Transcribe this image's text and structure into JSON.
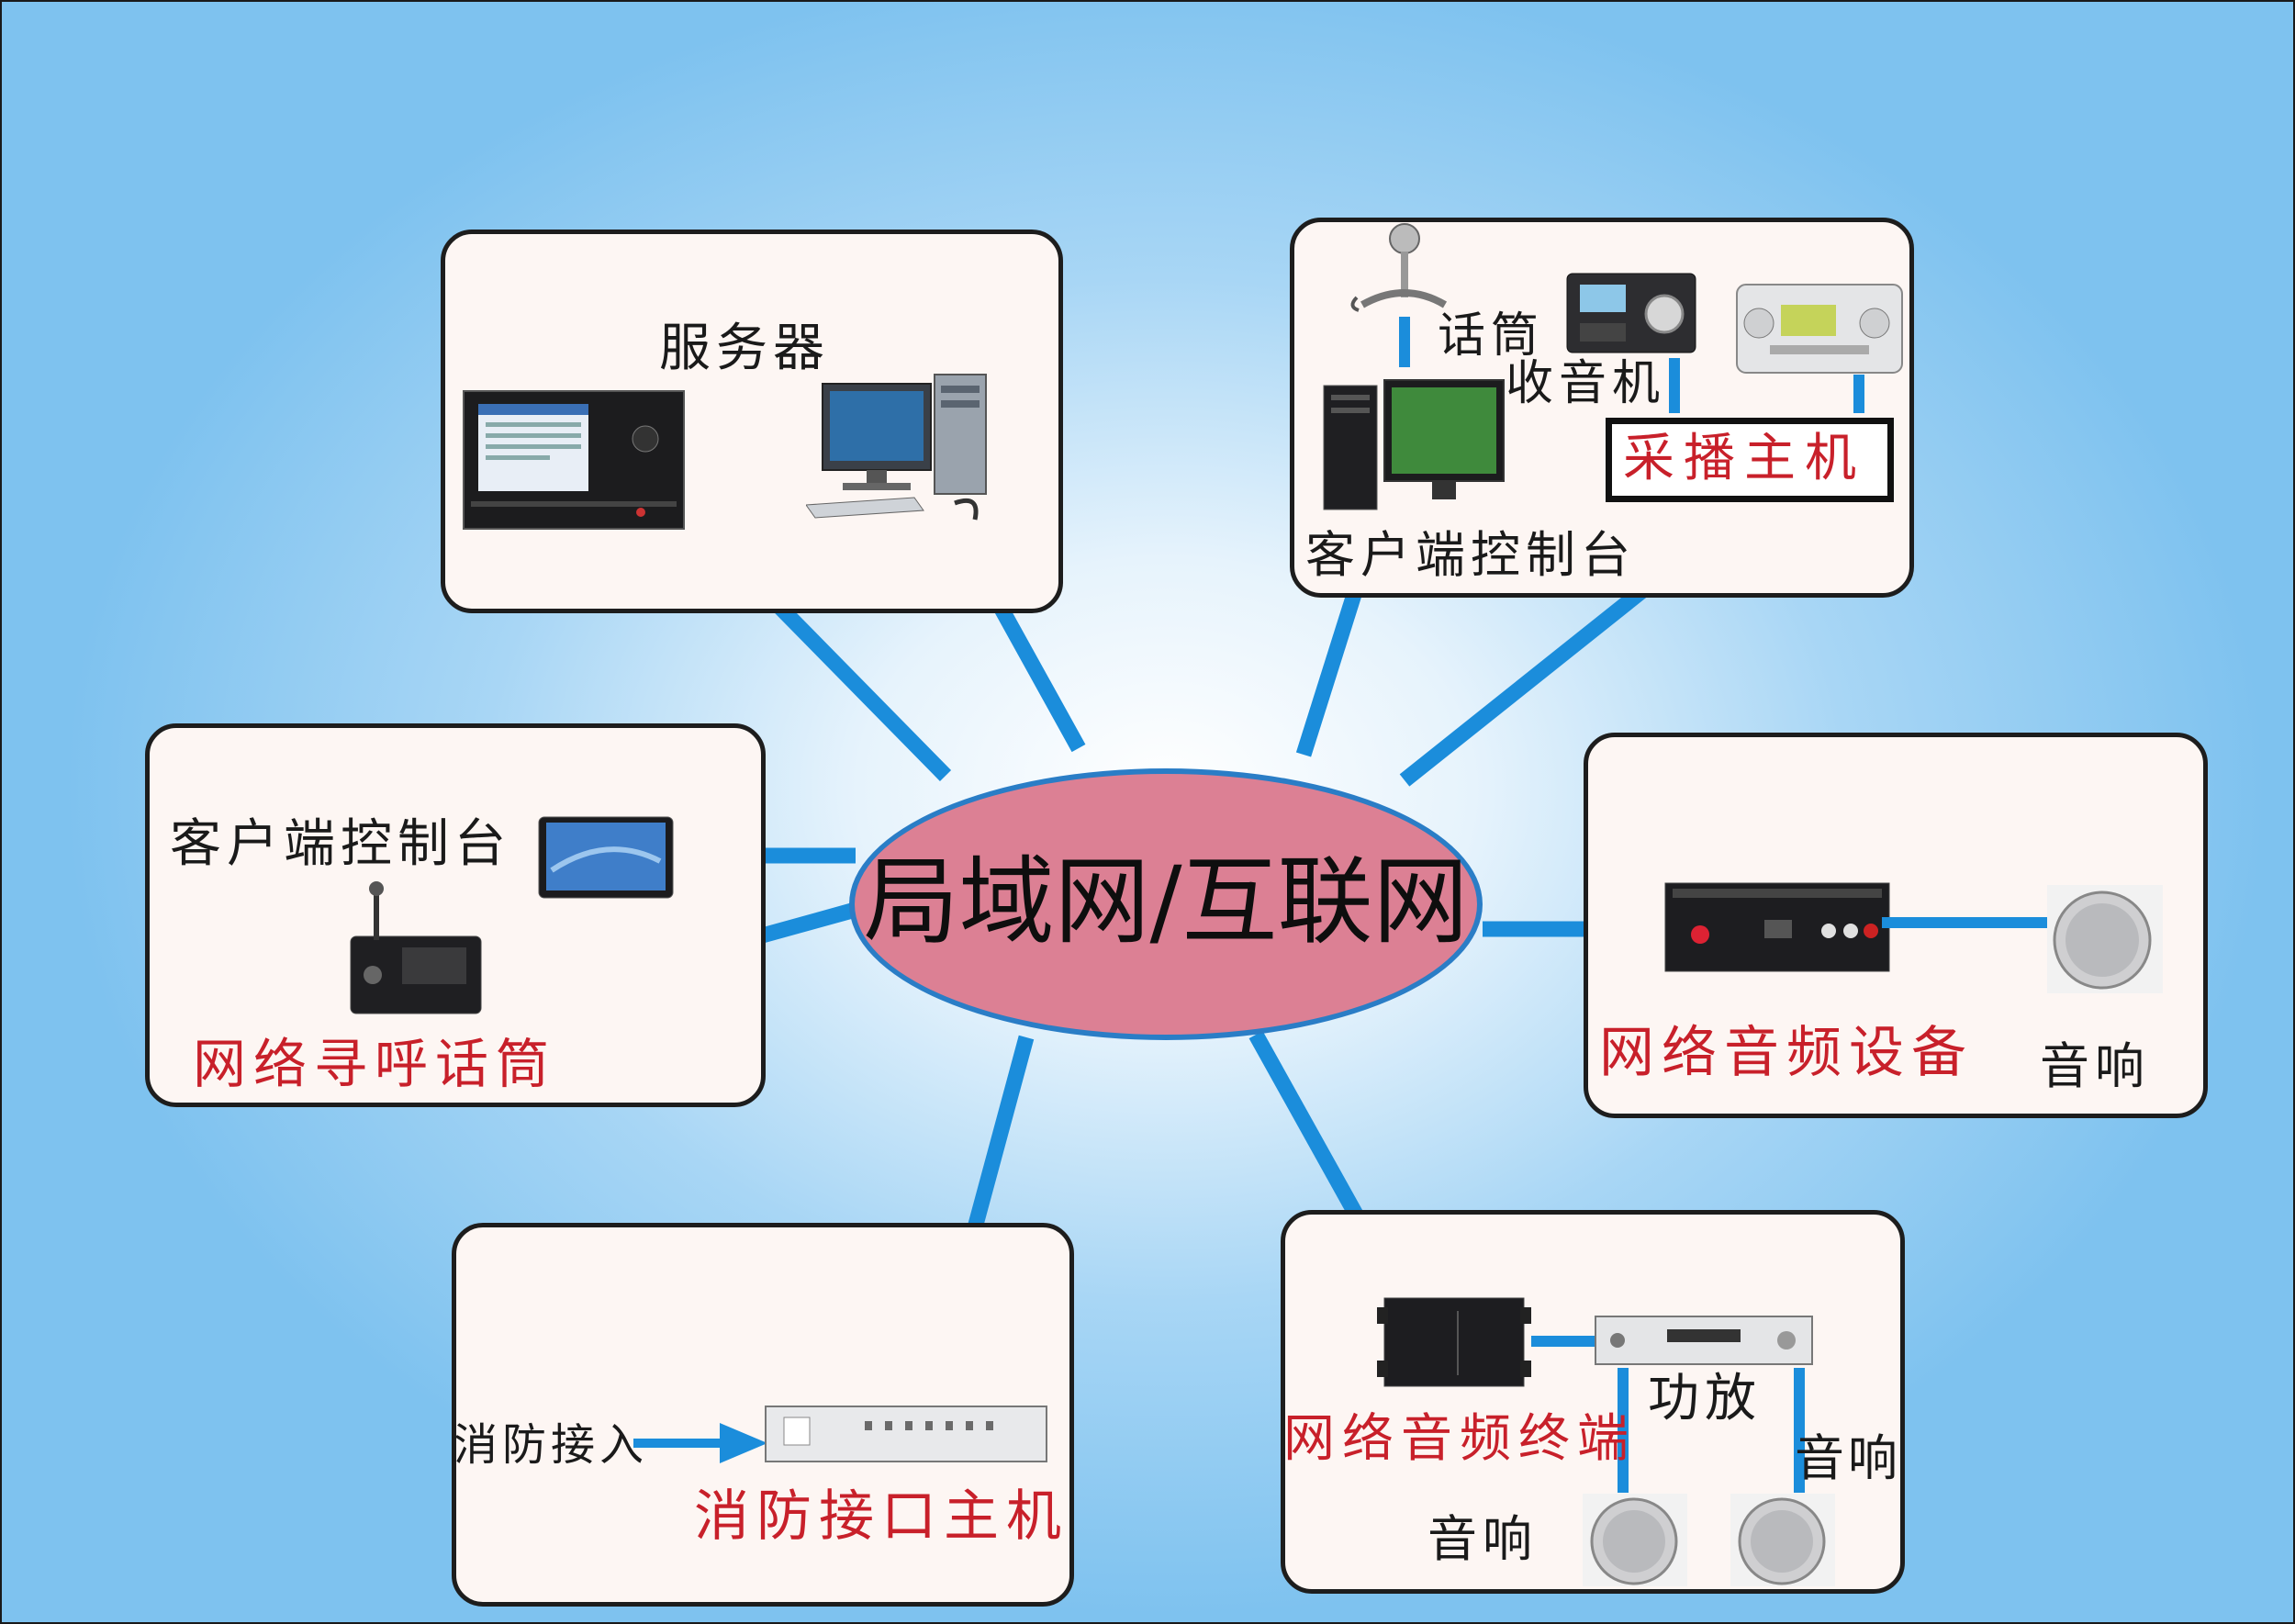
{
  "hub": {
    "label": "局域网/互联网",
    "fill_color": "#dc8094",
    "border_color": "#2a7dc6"
  },
  "link_color": "#1b8ddb",
  "server_panel": {
    "server_label": "服务器"
  },
  "acquisition_panel": {
    "mic_label": "话筒",
    "radio_label": "收音机",
    "host_label": "采播主机",
    "client_label": "客户端控制台"
  },
  "paging_panel": {
    "client_label": "客户端控制台",
    "mic_label": "网络寻呼话筒"
  },
  "audio_device_panel": {
    "device_label": "网络音频设备",
    "speaker_label": "音响"
  },
  "fire_panel": {
    "input_label": "消防接入",
    "host_label": "消防接口主机"
  },
  "terminal_panel": {
    "terminal_label": "网络音频终端",
    "amp_label": "功放",
    "speaker_label_left": "音响",
    "speaker_label_right": "音响"
  }
}
